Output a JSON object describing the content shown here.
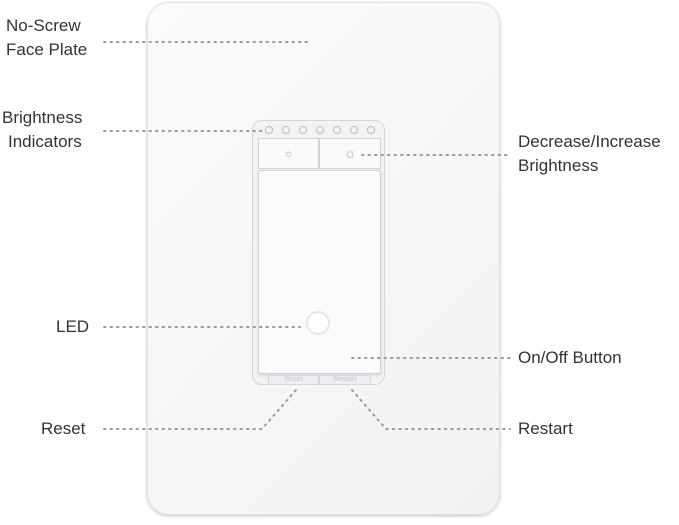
{
  "labels": {
    "face_plate": [
      "No-Screw",
      "Face Plate"
    ],
    "indicators": [
      "Brightness",
      "Indicators"
    ],
    "dimmer": [
      "Decrease/Increase",
      "Brightness"
    ],
    "led": "LED",
    "onoff": "On/Off Button",
    "reset": "Reset",
    "restart": "Restart"
  },
  "buttons": {
    "reset": "Reset",
    "restart": "Restart",
    "decrease_icon": "☼",
    "increase_icon": "☼"
  },
  "indicator_count": 7
}
